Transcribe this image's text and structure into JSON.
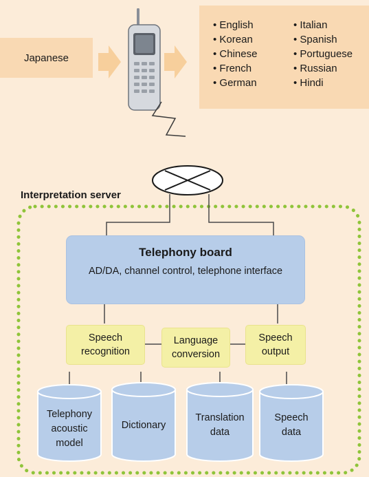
{
  "source_language": "Japanese",
  "target_languages": {
    "column1": [
      "English",
      "Korean",
      "Chinese",
      "French",
      "German"
    ],
    "column2": [
      "Italian",
      "Spanish",
      "Portuguese",
      "Russian",
      "Hindi"
    ]
  },
  "server_label": "Interpretation server",
  "telephony_board": {
    "title": "Telephony board",
    "description": "AD/DA, channel control, telephone interface"
  },
  "modules": {
    "speech_recognition": "Speech recognition",
    "language_conversion": "Language conversion",
    "speech_output": "Speech output"
  },
  "databases": {
    "acoustic_model": "Telephony acoustic model",
    "dictionary": "Dictionary",
    "translation_data": "Translation data",
    "speech_data": "Speech data"
  },
  "colors": {
    "background": "#fcecd9",
    "language_box": "#f9d9b3",
    "telephony_board": "#b7cde9",
    "module": "#f4f0a6",
    "database": "#b7cde9",
    "server_border": "#8fc43a"
  }
}
